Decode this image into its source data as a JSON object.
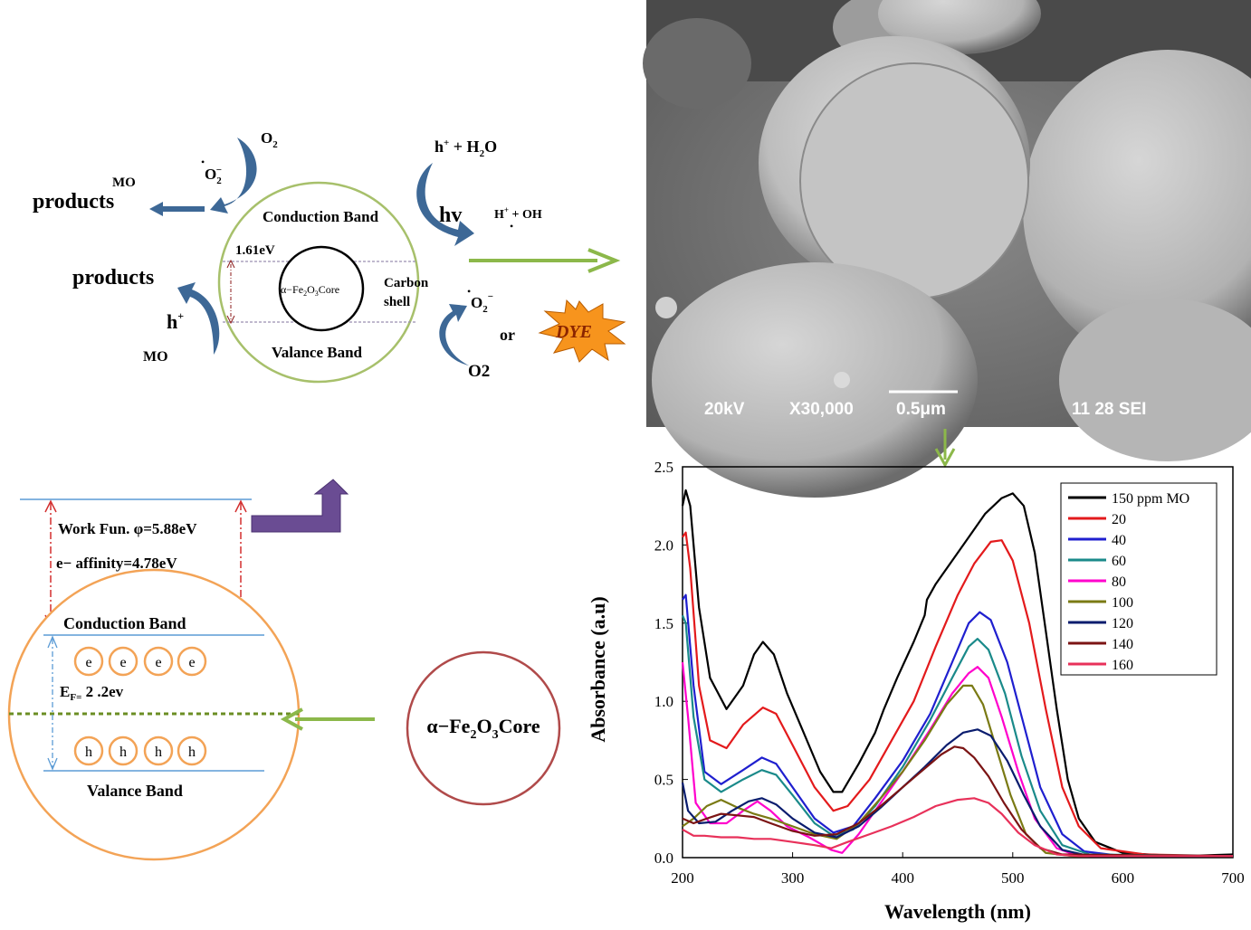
{
  "mechanism": {
    "o2_top": "O",
    "o2_top_sub": "2",
    "superoxide": "O",
    "superoxide_sub": "2",
    "superoxide_charge": "−",
    "superoxide_dot": "•",
    "mo_top": "MO",
    "products_top": "products",
    "conduction_band": "Conduction Band",
    "h_water": "h",
    "h_water_plus": "+",
    "h_water_rest": " + H",
    "h_water_sub": "2",
    "h_water_o": "O",
    "hv": "hv",
    "h_plus_oh": "H",
    "h_plus_oh_plus": "+",
    "h_plus_oh_rest": " + OH",
    "radical_dot": "•",
    "gap": "1.61eV",
    "core_prefix": "α−Fe",
    "core_sub1": "2",
    "core_mid": "O",
    "core_sub2": "3",
    "core_suffix": "Core",
    "carbon_shell_1": "Carbon",
    "carbon_shell_2": "shell",
    "products_bottom": "products",
    "h_hole": "h",
    "h_hole_plus": "+",
    "mo_bottom": "MO",
    "valance_band": "Valance Band",
    "superoxide_right": "O",
    "superoxide_right_sub": "2",
    "superoxide_right_charge": "−",
    "superoxide_right_dot": "•",
    "or": "or",
    "dye": "DYE",
    "o2_bottom": "O2"
  },
  "sem": {
    "voltage": "20kV",
    "magnification": "X30,000",
    "scale": "0.5μm",
    "info": "11 28 SEI"
  },
  "band_diagram": {
    "work_function": "Work Fun.  φ=5.88eV",
    "electron_affinity": "e− affinity=4.78eV",
    "conduction_band": "Conduction  Band",
    "electrons": [
      "e",
      "e",
      "e",
      "e"
    ],
    "fermi_prefix": "E",
    "fermi_sub": "F=",
    "fermi_value": " 2 .2ev",
    "holes": [
      "h",
      "h",
      "h",
      "h"
    ],
    "valance_band": "Valance Band"
  },
  "core_label": {
    "prefix": "α−Fe",
    "sub1": "2",
    "mid": "O",
    "sub2": "3",
    "suffix": "Core"
  },
  "colors": {
    "arrow_blue": "#3d6896",
    "green_arrow": "#8cb84a",
    "shell_green": "#a7c06b",
    "orange_circle": "#f3a356",
    "red_circle": "#b04a4a",
    "purple_arrow": "#6a4c93",
    "dye_fill": "#f7941d"
  },
  "chart_data": {
    "type": "line",
    "xlabel": "Wavelength (nm)",
    "ylabel": "Absorbance (a.u)",
    "xlim": [
      200,
      700
    ],
    "ylim": [
      0,
      2.5
    ],
    "xticks": [
      200,
      300,
      400,
      500,
      600,
      700
    ],
    "yticks": [
      "0.0",
      "0.5",
      "1.0",
      "1.5",
      "2.0",
      "2.5"
    ],
    "legend_position": "top-right",
    "series": [
      {
        "name": "150 ppm MO",
        "color": "#000000",
        "points": [
          [
            200,
            2.25
          ],
          [
            203,
            2.35
          ],
          [
            207,
            2.25
          ],
          [
            215,
            1.6
          ],
          [
            225,
            1.15
          ],
          [
            240,
            0.95
          ],
          [
            255,
            1.1
          ],
          [
            265,
            1.3
          ],
          [
            273,
            1.38
          ],
          [
            283,
            1.3
          ],
          [
            295,
            1.05
          ],
          [
            310,
            0.8
          ],
          [
            325,
            0.55
          ],
          [
            337,
            0.42
          ],
          [
            345,
            0.42
          ],
          [
            360,
            0.6
          ],
          [
            375,
            0.8
          ],
          [
            383,
            0.95
          ],
          [
            395,
            1.15
          ],
          [
            410,
            1.38
          ],
          [
            420,
            1.55
          ],
          [
            422,
            1.65
          ],
          [
            430,
            1.75
          ],
          [
            445,
            1.9
          ],
          [
            460,
            2.05
          ],
          [
            475,
            2.2
          ],
          [
            490,
            2.3
          ],
          [
            500,
            2.33
          ],
          [
            510,
            2.25
          ],
          [
            520,
            1.95
          ],
          [
            530,
            1.45
          ],
          [
            540,
            0.95
          ],
          [
            550,
            0.5
          ],
          [
            560,
            0.25
          ],
          [
            575,
            0.1
          ],
          [
            600,
            0.03
          ],
          [
            650,
            0.01
          ],
          [
            700,
            0.02
          ]
        ]
      },
      {
        "name": "20",
        "color": "#e31a1c",
        "points": [
          [
            200,
            2.05
          ],
          [
            203,
            2.08
          ],
          [
            207,
            1.85
          ],
          [
            215,
            1.1
          ],
          [
            225,
            0.75
          ],
          [
            240,
            0.7
          ],
          [
            255,
            0.85
          ],
          [
            273,
            0.96
          ],
          [
            285,
            0.92
          ],
          [
            300,
            0.72
          ],
          [
            320,
            0.45
          ],
          [
            337,
            0.3
          ],
          [
            350,
            0.33
          ],
          [
            370,
            0.5
          ],
          [
            390,
            0.75
          ],
          [
            410,
            1.0
          ],
          [
            430,
            1.35
          ],
          [
            450,
            1.68
          ],
          [
            465,
            1.88
          ],
          [
            480,
            2.02
          ],
          [
            490,
            2.03
          ],
          [
            500,
            1.9
          ],
          [
            515,
            1.5
          ],
          [
            530,
            0.95
          ],
          [
            545,
            0.45
          ],
          [
            560,
            0.2
          ],
          [
            580,
            0.06
          ],
          [
            620,
            0.02
          ],
          [
            700,
            0.01
          ]
        ]
      },
      {
        "name": "40",
        "color": "#1f1fcf",
        "points": [
          [
            200,
            1.65
          ],
          [
            203,
            1.68
          ],
          [
            210,
            1.1
          ],
          [
            220,
            0.55
          ],
          [
            235,
            0.47
          ],
          [
            255,
            0.56
          ],
          [
            272,
            0.64
          ],
          [
            285,
            0.6
          ],
          [
            300,
            0.45
          ],
          [
            320,
            0.25
          ],
          [
            337,
            0.16
          ],
          [
            355,
            0.2
          ],
          [
            375,
            0.38
          ],
          [
            400,
            0.62
          ],
          [
            425,
            0.92
          ],
          [
            445,
            1.25
          ],
          [
            460,
            1.5
          ],
          [
            470,
            1.57
          ],
          [
            480,
            1.52
          ],
          [
            495,
            1.25
          ],
          [
            510,
            0.85
          ],
          [
            525,
            0.45
          ],
          [
            545,
            0.15
          ],
          [
            565,
            0.04
          ],
          [
            600,
            0.01
          ],
          [
            700,
            0.01
          ]
        ]
      },
      {
        "name": "60",
        "color": "#1a8a8a",
        "points": [
          [
            200,
            1.55
          ],
          [
            203,
            1.5
          ],
          [
            210,
            0.9
          ],
          [
            220,
            0.5
          ],
          [
            235,
            0.42
          ],
          [
            255,
            0.5
          ],
          [
            272,
            0.56
          ],
          [
            285,
            0.53
          ],
          [
            300,
            0.4
          ],
          [
            320,
            0.22
          ],
          [
            337,
            0.14
          ],
          [
            355,
            0.18
          ],
          [
            375,
            0.33
          ],
          [
            400,
            0.58
          ],
          [
            425,
            0.88
          ],
          [
            445,
            1.15
          ],
          [
            460,
            1.35
          ],
          [
            468,
            1.4
          ],
          [
            478,
            1.33
          ],
          [
            493,
            1.05
          ],
          [
            508,
            0.65
          ],
          [
            525,
            0.3
          ],
          [
            545,
            0.08
          ],
          [
            570,
            0.02
          ],
          [
            700,
            0.01
          ]
        ]
      },
      {
        "name": "80",
        "color": "#ff00cc",
        "points": [
          [
            200,
            1.25
          ],
          [
            205,
            0.9
          ],
          [
            212,
            0.35
          ],
          [
            225,
            0.22
          ],
          [
            240,
            0.22
          ],
          [
            255,
            0.3
          ],
          [
            268,
            0.36
          ],
          [
            280,
            0.3
          ],
          [
            295,
            0.2
          ],
          [
            315,
            0.13
          ],
          [
            335,
            0.05
          ],
          [
            345,
            0.03
          ],
          [
            360,
            0.15
          ],
          [
            380,
            0.35
          ],
          [
            400,
            0.55
          ],
          [
            425,
            0.82
          ],
          [
            445,
            1.05
          ],
          [
            460,
            1.18
          ],
          [
            468,
            1.22
          ],
          [
            478,
            1.15
          ],
          [
            490,
            0.9
          ],
          [
            505,
            0.55
          ],
          [
            520,
            0.25
          ],
          [
            540,
            0.06
          ],
          [
            560,
            0.01
          ],
          [
            700,
            0.01
          ]
        ]
      },
      {
        "name": "100",
        "color": "#7a7a14",
        "points": [
          [
            200,
            0.2
          ],
          [
            210,
            0.25
          ],
          [
            222,
            0.33
          ],
          [
            235,
            0.37
          ],
          [
            250,
            0.32
          ],
          [
            265,
            0.28
          ],
          [
            280,
            0.25
          ],
          [
            300,
            0.2
          ],
          [
            320,
            0.15
          ],
          [
            340,
            0.12
          ],
          [
            360,
            0.22
          ],
          [
            380,
            0.38
          ],
          [
            400,
            0.55
          ],
          [
            420,
            0.75
          ],
          [
            440,
            0.98
          ],
          [
            455,
            1.1
          ],
          [
            463,
            1.1
          ],
          [
            473,
            0.98
          ],
          [
            485,
            0.7
          ],
          [
            498,
            0.4
          ],
          [
            512,
            0.15
          ],
          [
            530,
            0.03
          ],
          [
            555,
            0.01
          ],
          [
            700,
            0.01
          ]
        ]
      },
      {
        "name": "120",
        "color": "#0a1c6e",
        "points": [
          [
            200,
            0.48
          ],
          [
            205,
            0.3
          ],
          [
            215,
            0.22
          ],
          [
            230,
            0.23
          ],
          [
            245,
            0.3
          ],
          [
            260,
            0.36
          ],
          [
            272,
            0.38
          ],
          [
            285,
            0.34
          ],
          [
            300,
            0.25
          ],
          [
            320,
            0.16
          ],
          [
            340,
            0.13
          ],
          [
            360,
            0.2
          ],
          [
            380,
            0.32
          ],
          [
            400,
            0.45
          ],
          [
            420,
            0.58
          ],
          [
            440,
            0.72
          ],
          [
            455,
            0.8
          ],
          [
            468,
            0.82
          ],
          [
            480,
            0.78
          ],
          [
            495,
            0.62
          ],
          [
            510,
            0.4
          ],
          [
            525,
            0.2
          ],
          [
            545,
            0.05
          ],
          [
            570,
            0.01
          ],
          [
            700,
            0.01
          ]
        ]
      },
      {
        "name": "140",
        "color": "#7b1414",
        "points": [
          [
            200,
            0.25
          ],
          [
            210,
            0.22
          ],
          [
            222,
            0.25
          ],
          [
            235,
            0.28
          ],
          [
            250,
            0.27
          ],
          [
            265,
            0.26
          ],
          [
            280,
            0.22
          ],
          [
            300,
            0.17
          ],
          [
            320,
            0.14
          ],
          [
            340,
            0.15
          ],
          [
            360,
            0.22
          ],
          [
            380,
            0.33
          ],
          [
            400,
            0.45
          ],
          [
            420,
            0.57
          ],
          [
            435,
            0.66
          ],
          [
            447,
            0.71
          ],
          [
            455,
            0.7
          ],
          [
            465,
            0.64
          ],
          [
            478,
            0.52
          ],
          [
            492,
            0.35
          ],
          [
            508,
            0.18
          ],
          [
            525,
            0.06
          ],
          [
            545,
            0.02
          ],
          [
            700,
            0.01
          ]
        ]
      },
      {
        "name": "160",
        "color": "#e8315a",
        "points": [
          [
            200,
            0.18
          ],
          [
            210,
            0.14
          ],
          [
            220,
            0.14
          ],
          [
            235,
            0.13
          ],
          [
            250,
            0.13
          ],
          [
            265,
            0.12
          ],
          [
            280,
            0.12
          ],
          [
            300,
            0.1
          ],
          [
            320,
            0.08
          ],
          [
            335,
            0.06
          ],
          [
            350,
            0.1
          ],
          [
            370,
            0.15
          ],
          [
            390,
            0.2
          ],
          [
            410,
            0.26
          ],
          [
            430,
            0.33
          ],
          [
            450,
            0.37
          ],
          [
            465,
            0.38
          ],
          [
            478,
            0.35
          ],
          [
            490,
            0.28
          ],
          [
            505,
            0.16
          ],
          [
            520,
            0.08
          ],
          [
            540,
            0.02
          ],
          [
            560,
            0.01
          ],
          [
            700,
            0.01
          ]
        ]
      }
    ]
  }
}
